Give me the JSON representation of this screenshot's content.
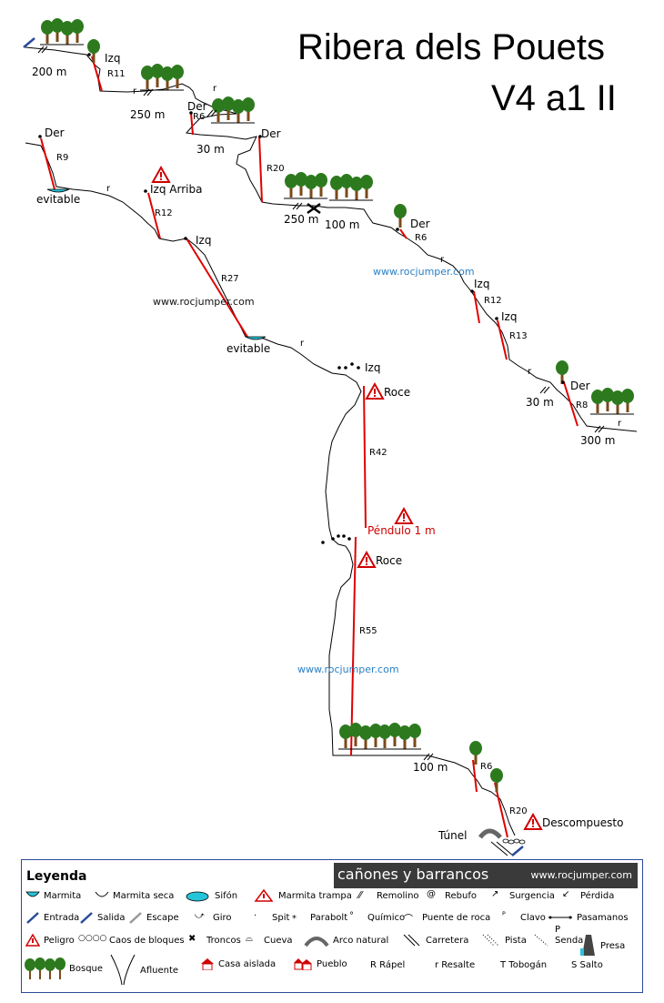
{
  "title": {
    "line1": "Ribera dels Pouets",
    "line2": "V4 a1 II"
  },
  "watermark": "www.rocjumper.com",
  "labels": {
    "d200": "200 m",
    "izq1": "Izq",
    "r11": "R11",
    "r_a": "r",
    "d250a": "250 m",
    "der1": "Der",
    "r6a": "R6",
    "r_b": "r",
    "d30a": "30 m",
    "der2": "Der",
    "r20a": "R20",
    "d250b": "250 m",
    "d100a": "100 m",
    "der3": "Der",
    "r6b": "R6",
    "r_c": "r",
    "izq2": "Izq",
    "r12a": "R12",
    "izq3": "Izq",
    "r13": "R13",
    "r_d": "r",
    "der4": "Der",
    "d30b": "30 m",
    "r8": "R8",
    "r_e": "r",
    "d300": "300 m",
    "der5": "Der",
    "r9": "R9",
    "evitable1": "evitable",
    "r_f": "r",
    "izqarriba": "Izq Arriba",
    "r12b": "R12",
    "izq4": "Izq",
    "r27": "R27",
    "evitable2": "evitable",
    "r_g": "r",
    "izq5": "Izq",
    "roce1": "Roce",
    "r42": "R42",
    "pendulo": "Péndulo 1 m",
    "roce2": "Roce",
    "r55": "R55",
    "d100b": "100 m",
    "r6c": "R6",
    "r20b": "R20",
    "descompuesto": "Descompuesto",
    "tunel": "Túnel"
  },
  "legend": {
    "title": "Leyenda",
    "brand": "cañones y barrancos",
    "brand_url": "www.rocjumper.com",
    "items": [
      "Marmita",
      "Marmita seca",
      "Sifón",
      "Marmita trampa",
      "Remolino",
      "Rebufo",
      "Surgencia",
      "Pérdida",
      "Entrada",
      "Salida",
      "Escape",
      "Giro",
      "Spit",
      "Parabolt",
      "Químico",
      "Puente de roca",
      "Clavo",
      "Pasamanos",
      "Peligro",
      "Caos de bloques",
      "Troncos",
      "Cueva",
      "Arco natural",
      "Carretera",
      "Pista",
      "Senda",
      "Presa",
      "Bosque",
      "Afluente",
      "Casa aislada",
      "Pueblo",
      "R Rápel",
      "r Resalte",
      "T Tobogán",
      "S Salto"
    ],
    "pasamanos_p": "P"
  },
  "colors": {
    "rappel": "#e00000",
    "water": "#26c4d8",
    "tree": "#2d7a1e",
    "trunk": "#7a4a1a",
    "border": "#2a4a9a",
    "blue": "#2a7fc4",
    "danger": "#d00000"
  }
}
